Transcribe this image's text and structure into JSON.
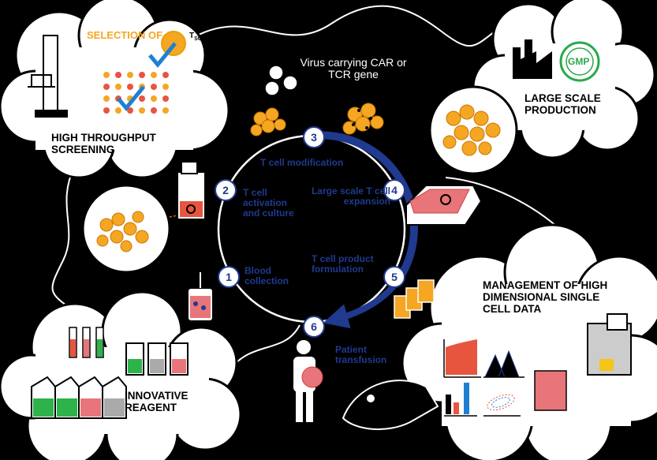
{
  "clouds": {
    "screening": {
      "title": "HIGH THROUGHPUT SCREENING",
      "selection": "SELECTION OF",
      "tscm_base": "T",
      "tscm_sub": "SCM"
    },
    "production": {
      "title": "LARGE SCALE PRODUCTION",
      "gmp": "GMP"
    },
    "data": {
      "title": "MANAGEMENT OF HIGH DIMENSIONAL SINGLE CELL DATA"
    },
    "reagent": {
      "title": "INNOVATIVE REAGENT"
    }
  },
  "virus_label": "Virus carrying CAR or TCR gene",
  "steps": [
    {
      "num": "1",
      "label": "Blood collection"
    },
    {
      "num": "2",
      "label": "T cell activation and culture"
    },
    {
      "num": "3",
      "label": "T cell modification"
    },
    {
      "num": "4",
      "label": "Large scale T cell expansion"
    },
    {
      "num": "5",
      "label": "T cell product formulation"
    },
    {
      "num": "6",
      "label": "Patient transfusion"
    }
  ],
  "colors": {
    "step_blue": "#1f3a8f",
    "cell_orange": "#f5a623",
    "red": "#e8553f",
    "green": "#2db34a",
    "gmp_green": "#2aa84a"
  }
}
